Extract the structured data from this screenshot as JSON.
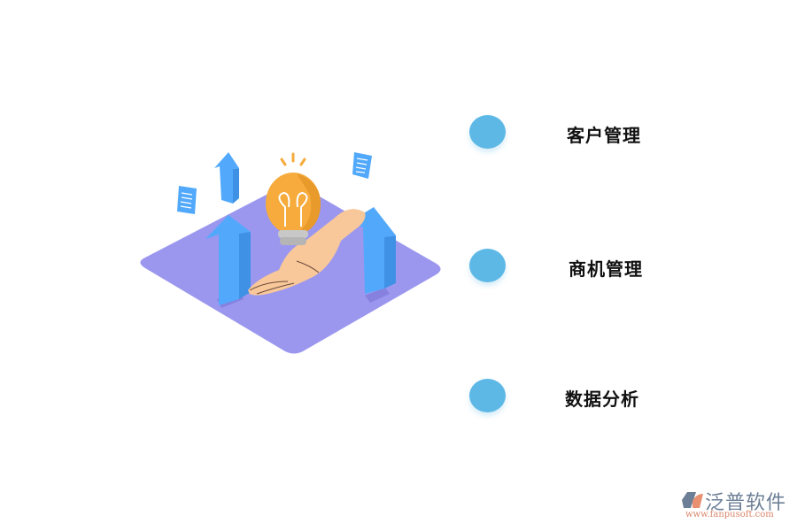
{
  "features": [
    {
      "label": "客户管理",
      "icon": "circle-bullet",
      "color": "#5db8e6"
    },
    {
      "label": "商机管理",
      "icon": "circle-bullet",
      "color": "#5db8e6"
    },
    {
      "label": "数据分析",
      "icon": "circle-bullet",
      "color": "#5db8e6"
    }
  ],
  "illustration": {
    "description": "isometric hand holding light bulb on purple platform with rising blue arrows",
    "colors": {
      "platform": "#9b97ee",
      "arrow": "#4aa8f5",
      "bulb": "#f6ab3c",
      "hand": "#f8c79a"
    }
  },
  "logo": {
    "name": "泛普软件",
    "url": "www.fanpusoft.com",
    "icon": "fanpu-logo-icon"
  }
}
